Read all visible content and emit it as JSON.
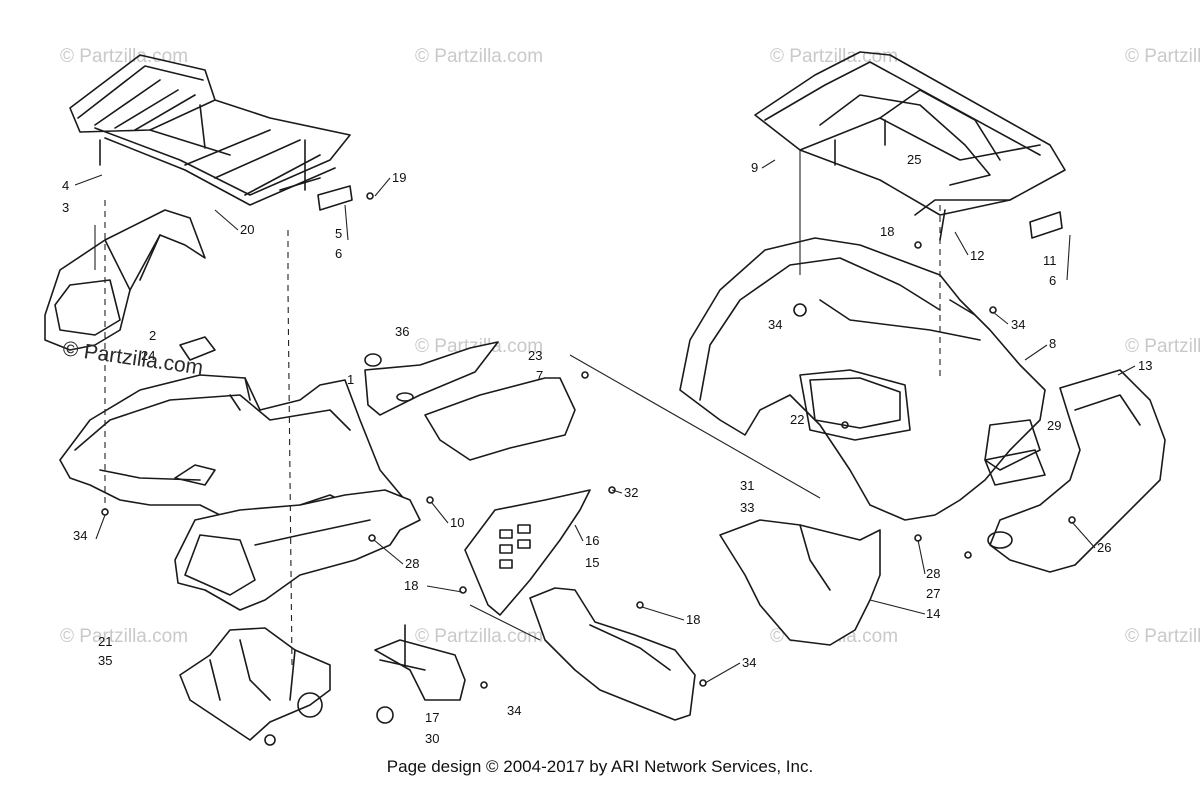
{
  "footer": {
    "copyright": "Page design © 2004-2017 by ARI Network Services, Inc."
  },
  "watermark": {
    "text": "© Partzilla.com",
    "color": "#c9c9c9"
  },
  "callouts": [
    {
      "id": "c19",
      "label": "19"
    },
    {
      "id": "c4",
      "label": "4"
    },
    {
      "id": "c3",
      "label": "3"
    },
    {
      "id": "c20",
      "label": "20"
    },
    {
      "id": "c5",
      "label": "5"
    },
    {
      "id": "c6a",
      "label": "6"
    },
    {
      "id": "c2",
      "label": "2"
    },
    {
      "id": "c24",
      "label": "24"
    },
    {
      "id": "c36",
      "label": "36"
    },
    {
      "id": "c1",
      "label": "1"
    },
    {
      "id": "c23",
      "label": "23"
    },
    {
      "id": "c7",
      "label": "7"
    },
    {
      "id": "c34a",
      "label": "34"
    },
    {
      "id": "c10",
      "label": "10"
    },
    {
      "id": "c28a",
      "label": "28"
    },
    {
      "id": "c21",
      "label": "21"
    },
    {
      "id": "c35",
      "label": "35"
    },
    {
      "id": "c30",
      "label": "30"
    },
    {
      "id": "c17",
      "label": "17"
    },
    {
      "id": "c34b",
      "label": "34"
    },
    {
      "id": "c32",
      "label": "32"
    },
    {
      "id": "c16",
      "label": "16"
    },
    {
      "id": "c18a",
      "label": "18"
    },
    {
      "id": "c15",
      "label": "15"
    },
    {
      "id": "c18b",
      "label": "18"
    },
    {
      "id": "c34c",
      "label": "34"
    },
    {
      "id": "c9",
      "label": "9"
    },
    {
      "id": "c25",
      "label": "25"
    },
    {
      "id": "c18c",
      "label": "18"
    },
    {
      "id": "c12",
      "label": "12"
    },
    {
      "id": "c11",
      "label": "11"
    },
    {
      "id": "c6b",
      "label": "6"
    },
    {
      "id": "c34d",
      "label": "34"
    },
    {
      "id": "c34e",
      "label": "34"
    },
    {
      "id": "c8",
      "label": "8"
    },
    {
      "id": "c13",
      "label": "13"
    },
    {
      "id": "c22",
      "label": "22"
    },
    {
      "id": "c29",
      "label": "29"
    },
    {
      "id": "c31",
      "label": "31"
    },
    {
      "id": "c33",
      "label": "33"
    },
    {
      "id": "c28b",
      "label": "28"
    },
    {
      "id": "c27",
      "label": "27"
    },
    {
      "id": "c14",
      "label": "14"
    },
    {
      "id": "c26",
      "label": "26"
    }
  ]
}
